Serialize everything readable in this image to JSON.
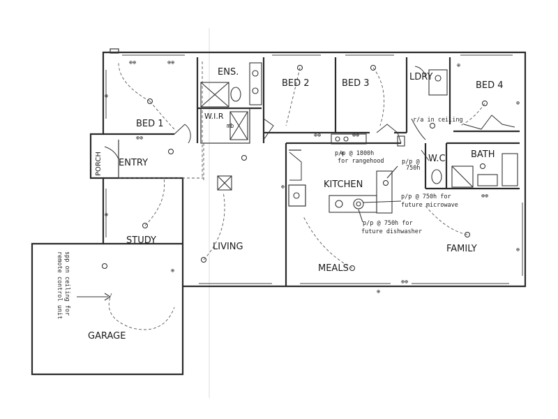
{
  "rooms": {
    "ens": "ENS.",
    "bed2": "BED 2",
    "bed3": "BED 3",
    "ldry": "LDRY",
    "bed4": "BED 4",
    "bed1": "BED 1",
    "wir": "W.I.R",
    "porch": "PORCH",
    "entry": "ENTRY",
    "kitchen": "KITCHEN",
    "wc": "W.C",
    "bath": "BATH",
    "study": "STUDY",
    "living": "LIVING",
    "meals": "MEALS",
    "family": "FAMILY",
    "garage": "GARAGE"
  },
  "notes": {
    "ceiling_ra": "r/a in ceiling",
    "rangehood_1": "p/p @ 1800h",
    "rangehood_2": "for rangehood",
    "pp750": "p/p @",
    "pp750_h": "750h",
    "microwave_1": "p/p @ 750h for",
    "microwave_2": "future microwave",
    "dishwasher_1": "p/p @ 750h for",
    "dishwasher_2": "future dishwasher",
    "robe_mark": "mb",
    "garage_remote_1": "spp on ceiling for",
    "garage_remote_2": "remote control unit"
  }
}
